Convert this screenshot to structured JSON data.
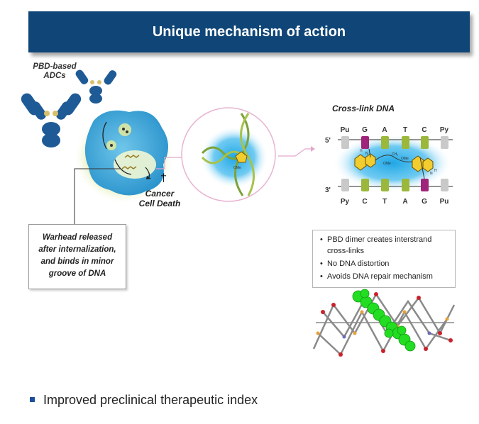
{
  "banner": {
    "title": "Unique mechanism of action"
  },
  "labels": {
    "adc_line1": "PBD-based",
    "adc_line2": "ADCs",
    "death_line1": "Cancer",
    "death_line2": "Cell Death",
    "dagger": "†",
    "crosslink": "Cross-link DNA"
  },
  "warhead": {
    "lines": [
      "Warhead released",
      "after internalization,",
      "and binds in minor",
      "groove of DNA"
    ]
  },
  "dna": {
    "strand_top_label": "5'",
    "strand_bottom_label": "3'",
    "top_bases": [
      "Pu",
      "G",
      "A",
      "T",
      "C",
      "Py"
    ],
    "bottom_bases": [
      "Py",
      "C",
      "T",
      "A",
      "G",
      "Pu"
    ]
  },
  "bullets": [
    "PBD dimer creates interstrand",
    "cross-links",
    "No DNA distortion",
    "Avoids DNA repair mechanism"
  ],
  "main_bullet": "Improved preclinical therapeutic index",
  "colors": {
    "banner": "#0f4677",
    "antibody": "#1e5a96",
    "magenta": "#a0247a",
    "green": "#9bb83a",
    "yellow": "#e5b822",
    "molecule_green": "#22dd22"
  }
}
